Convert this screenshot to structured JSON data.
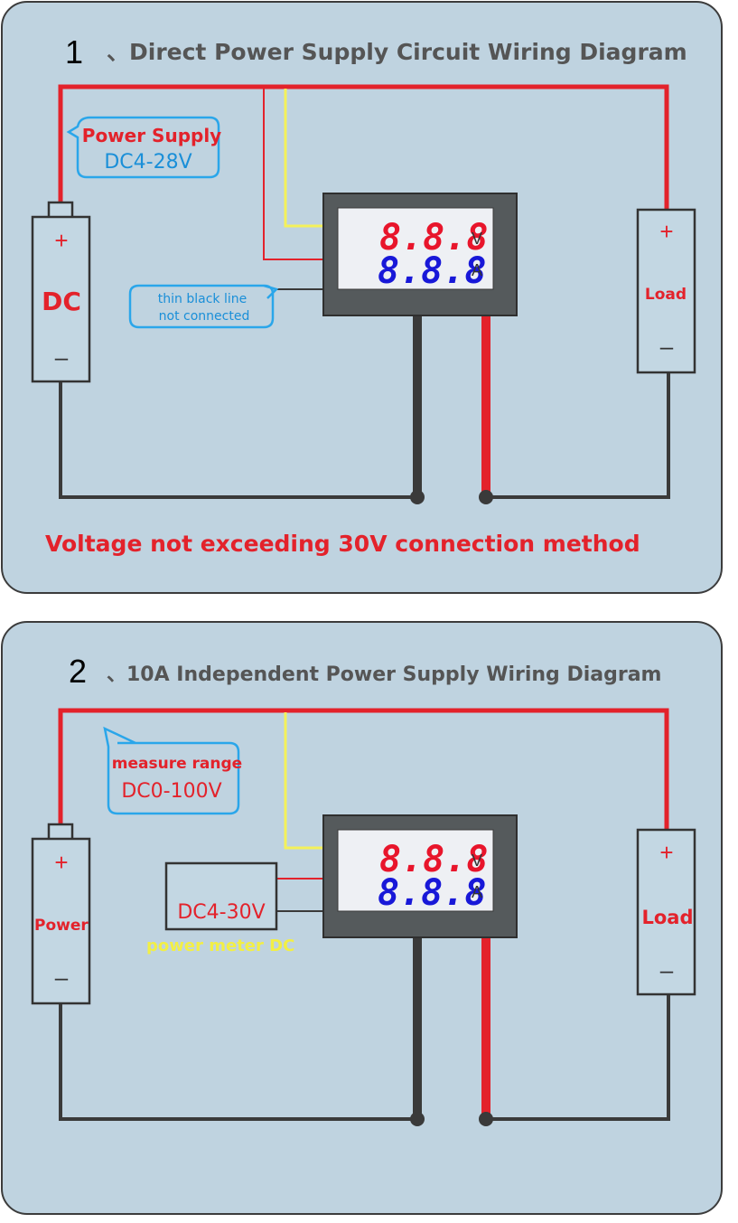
{
  "diagram1": {
    "number": "1",
    "title": "、Direct Power Supply Circuit Wiring Diagram",
    "bubble_line1": "Power Supply",
    "bubble_line2": "DC4-28V",
    "battery_label": "DC",
    "battery_plus": "+",
    "battery_minus": "–",
    "note_line1": "thin black line",
    "note_line2": "not connected",
    "meter_top": "8.8.8",
    "meter_bottom": "8.8.8",
    "unit_top": "V",
    "unit_bottom": "A",
    "load_label": "Load",
    "load_plus": "+",
    "load_minus": "–",
    "footer": "Voltage not exceeding 30V connection method"
  },
  "diagram2": {
    "number": "2",
    "title": "、10A Independent Power Supply Wiring Diagram",
    "bubble_line1": "measure range",
    "bubble_line2": "DC0-100V",
    "battery_label": "Power",
    "battery_plus": "+",
    "battery_minus": "–",
    "box_label": "DC4-30V",
    "box_caption": "power meter DC",
    "meter_top": "8.8.8",
    "meter_bottom": "8.8.8",
    "unit_top": "V",
    "unit_bottom": "A",
    "load_label": "Load",
    "load_plus": "+",
    "load_minus": "–"
  },
  "colors": {
    "panel": "#bfd3e0",
    "red_wire": "#e3222b",
    "black_wire": "#3a3a3a",
    "yellow_wire": "#f4f15a",
    "bubble_border": "#2aa6ea",
    "segment_red": "#e8152b",
    "segment_blue": "#1818d8"
  }
}
